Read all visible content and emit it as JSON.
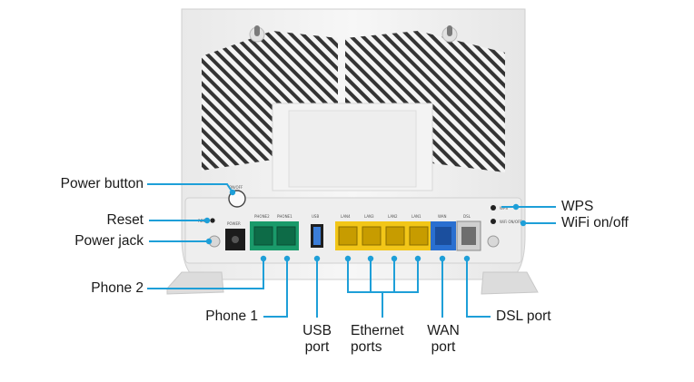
{
  "callouts": {
    "power_button": "Power button",
    "reset": "Reset",
    "power_jack": "Power jack",
    "phone2": "Phone 2",
    "phone1": "Phone 1",
    "usb": [
      "USB",
      "port"
    ],
    "ethernet": [
      "Ethernet",
      "ports"
    ],
    "wan": [
      "WAN",
      "port"
    ],
    "dsl": "DSL port",
    "wps": "WPS",
    "wifi": "WiFi on/off"
  },
  "panel_labels": {
    "on_off": "ON/OFF",
    "reset": "RESET",
    "power": "POWER",
    "phone2": "PHONE2",
    "phone1": "PHONE1",
    "usb": "USB",
    "lan4": "LAN4",
    "lan3": "LAN3",
    "lan2": "LAN2",
    "lan1": "LAN1",
    "wan": "WAN",
    "dsl": "DSL",
    "wps": "WPS",
    "wifi": "WiFi ON/OFF"
  },
  "colors": {
    "callout_line": "#1e9fd8",
    "phone_port": "#1a9a6a",
    "lan_port": "#f2c618",
    "wan_port": "#2a6fd0",
    "usb_port": "#3b7dd8"
  }
}
